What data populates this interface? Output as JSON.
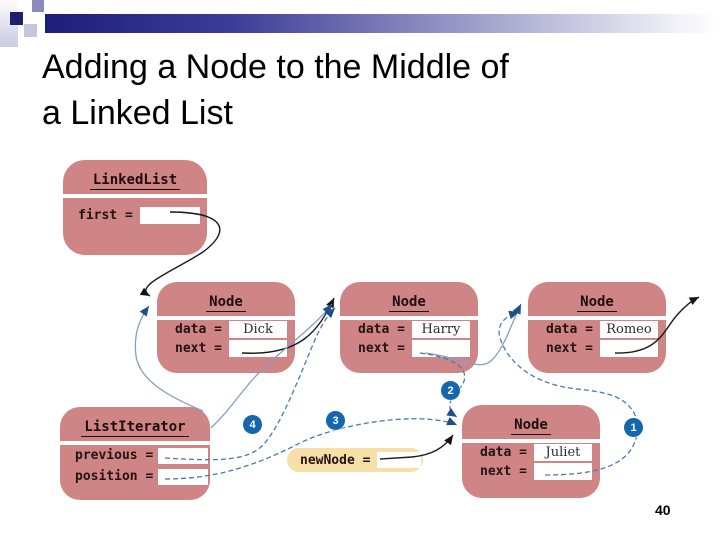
{
  "colors": {
    "pink": "#cf8585",
    "cream": "#f6e0a7",
    "badge": "#1566ad",
    "line-blue": "#7fa1c6",
    "dash-blue": "#4a7ab0",
    "arrow-navy": "#1e4f8a"
  },
  "title": {
    "line1": "Adding a Node to the Middle of",
    "line2": "a Linked List"
  },
  "page_number": "40",
  "linked_list": {
    "title": "LinkedList",
    "first_label": "first =",
    "first_value": ""
  },
  "node1": {
    "title": "Node",
    "data_label": "data =",
    "next_label": "next =",
    "data_value": "Dick",
    "next_value": ""
  },
  "node2": {
    "title": "Node",
    "data_label": "data =",
    "next_label": "next =",
    "data_value": "Harry",
    "next_value": ""
  },
  "node3": {
    "title": "Node",
    "data_label": "data =",
    "next_label": "next =",
    "data_value": "Romeo",
    "next_value": ""
  },
  "node4": {
    "title": "Node",
    "data_label": "data =",
    "next_label": "next =",
    "data_value": "Juliet",
    "next_value": ""
  },
  "list_iterator": {
    "title": "ListIterator",
    "previous_label": "previous =",
    "previous_value": "",
    "position_label": "position =",
    "position_value": ""
  },
  "new_node": {
    "label": "newNode =",
    "value": ""
  },
  "steps": {
    "s1": "1",
    "s2": "2",
    "s3": "3",
    "s4": "4"
  }
}
